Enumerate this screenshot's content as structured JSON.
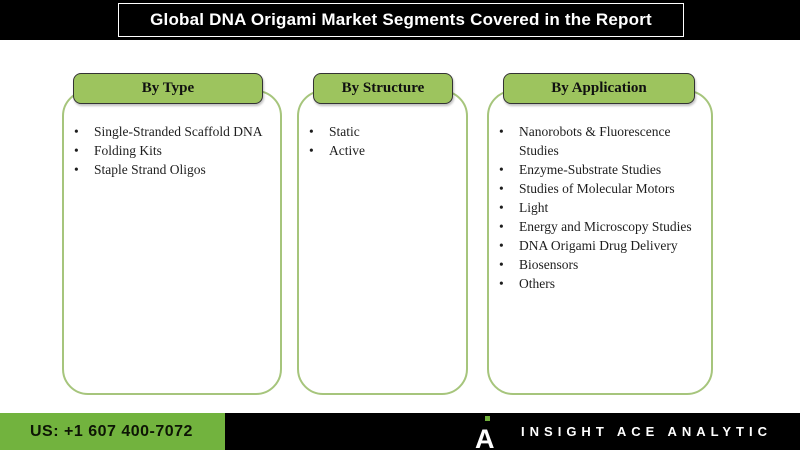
{
  "header": {
    "title": "Global DNA Origami Market Segments Covered in the Report"
  },
  "columns": [
    {
      "id": "by-type",
      "title": "By Type",
      "items": [
        "Single-Stranded Scaffold DNA",
        "Folding Kits",
        "Staple Strand Oligos"
      ]
    },
    {
      "id": "by-structure",
      "title": "By Structure",
      "items": [
        "Static",
        "Active"
      ]
    },
    {
      "id": "by-application",
      "title": "By Application",
      "items": [
        "Nanorobots & Fluorescence Studies",
        "Enzyme-Substrate Studies",
        "Studies of Molecular Motors",
        "Light",
        "Energy and Microscopy Studies",
        "DNA Origami Drug Delivery",
        "Biosensors",
        "Others"
      ]
    }
  ],
  "footer": {
    "phone_label": "US: +1 607 400-7072",
    "brand": "INSIGHT ACE ANALYTIC",
    "logo_letter": "A"
  },
  "colors": {
    "header_green": "#9dc45e",
    "card_border_green": "#a6c57c",
    "footer_green": "#72b33e",
    "bar_black": "#000000"
  }
}
